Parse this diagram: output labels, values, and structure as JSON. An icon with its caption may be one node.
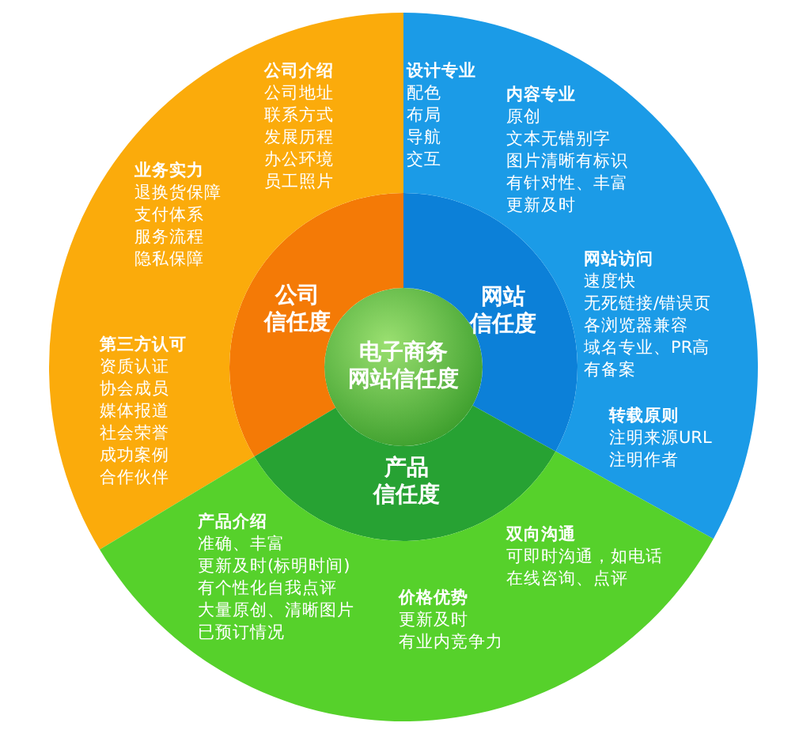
{
  "diagram": {
    "nodes": [
      {
        "text": [
          "电子商务网站信任度"
        ]
      },
      {
        "text": [
          "公司信任度"
        ]
      },
      {
        "text": [
          "网站信任度"
        ]
      },
      {
        "text": [
          "产品信任度"
        ]
      },
      {
        "text": [
          "公司介绍",
          "公司地址",
          "联系方式",
          "发展历程",
          "办公环境",
          "员工照片",
          "业务实力",
          "退换货保障",
          "支付体系",
          "服务流程",
          "隐私保障",
          "第三方认可",
          "资质认证",
          "协会成员",
          "媒体报道",
          "社会荣誉",
          "成功案例",
          "合作伙伴"
        ]
      },
      {
        "text": [
          "设计专业",
          "配色",
          "布局",
          "导航",
          "交互",
          "内容专业",
          "原创",
          "文本无错别字",
          "图片清晰有标识",
          "有针对性、丰富",
          "更新及时",
          "网站访问",
          "速度快",
          "无死链接/错误页",
          "各浏览器兼容",
          "域名专业、PR高",
          "有备案",
          "转载原则",
          "注明来源URL",
          "注明作者"
        ]
      },
      {
        "text": [
          "产品介绍",
          "准确、丰富",
          "更新及时(标明时间)",
          "有个性化自我点评",
          "大量原创、清晰图片",
          "已预订情况",
          "双向沟通",
          "可即时沟通，如电话",
          "在线咨询、点评",
          "价格优势",
          "更新及时",
          "有业内竞争力"
        ]
      }
    ]
  }
}
